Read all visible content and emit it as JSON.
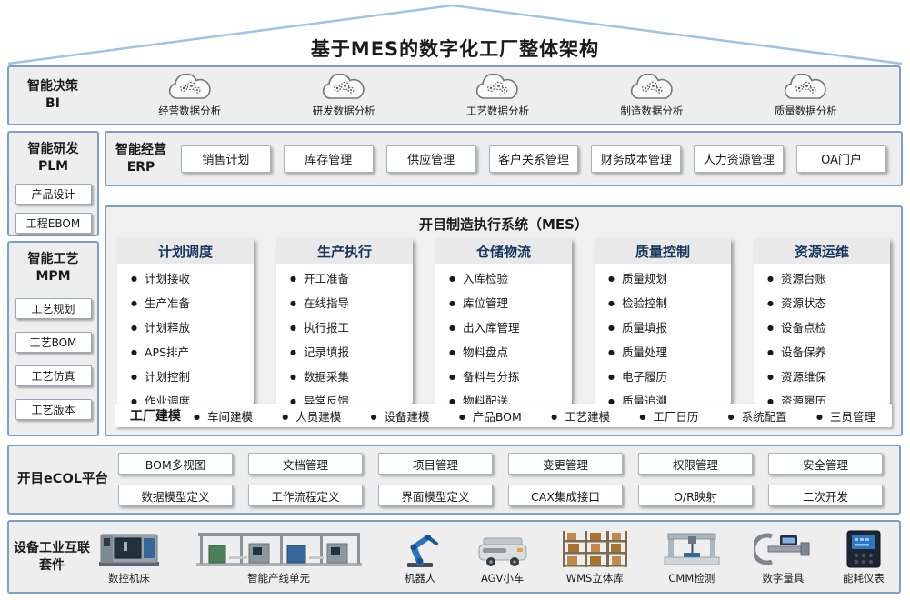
{
  "title": "基于MES的数字化工厂整体架构",
  "colors": {
    "section_border": "#7d9fc7",
    "section_bg": "#eeeeee",
    "mes_header_text": "#17365d",
    "card_bg": "#ffffff"
  },
  "bi": {
    "label1": "智能决策",
    "label2": "BI",
    "icon": "cloud-gear-icon",
    "items": [
      "经营数据分析",
      "研发数据分析",
      "工艺数据分析",
      "制造数据分析",
      "质量数据分析"
    ]
  },
  "plm": {
    "label1": "智能研发",
    "label2": "PLM",
    "items": [
      "产品设计",
      "工程EBOM"
    ]
  },
  "mpm": {
    "label1": "智能工艺",
    "label2": "MPM",
    "items": [
      "工艺规划",
      "工艺BOM",
      "工艺仿真",
      "工艺版本"
    ]
  },
  "erp": {
    "label1": "智能经营",
    "label2": "ERP",
    "items": [
      "销售计划",
      "库存管理",
      "供应管理",
      "客户关系管理",
      "财务成本管理",
      "人力资源管理",
      "OA门户"
    ]
  },
  "mes": {
    "title": "开目制造执行系统（MES）",
    "columns": [
      {
        "header": "计划调度",
        "items": [
          "计划接收",
          "生产准备",
          "计划释放",
          "APS排产",
          "计划控制",
          "作业调度"
        ]
      },
      {
        "header": "生产执行",
        "items": [
          "开工准备",
          "在线指导",
          "执行报工",
          "记录填报",
          "数据采集",
          "异常反馈"
        ]
      },
      {
        "header": "仓储物流",
        "items": [
          "入库检验",
          "库位管理",
          "出入库管理",
          "物料盘点",
          "备料与分拣",
          "物料配送"
        ]
      },
      {
        "header": "质量控制",
        "items": [
          "质量规划",
          "检验控制",
          "质量填报",
          "质量处理",
          "电子履历",
          "质量追溯"
        ]
      },
      {
        "header": "资源运维",
        "items": [
          "资源台账",
          "资源状态",
          "设备点检",
          "设备保养",
          "资源维保",
          "资源履历"
        ]
      }
    ],
    "modeling": {
      "label": "工厂建模",
      "items": [
        "车间建模",
        "人员建模",
        "设备建模",
        "产品BOM",
        "工艺建模",
        "工厂日历",
        "系统配置",
        "三员管理"
      ]
    }
  },
  "ecol": {
    "label": "开目eCOL平台",
    "row1": [
      "BOM多视图",
      "文档管理",
      "项目管理",
      "变更管理",
      "权限管理",
      "安全管理"
    ],
    "row2": [
      "数据模型定义",
      "工作流程定义",
      "界面模型定义",
      "CAX集成接口",
      "O/R映射",
      "二次开发"
    ]
  },
  "devices": {
    "label1": "设备工业互联",
    "label2": "套件",
    "items": [
      {
        "label": "数控机床",
        "icon": "cnc-machine-icon"
      },
      {
        "label": "智能产线单元",
        "icon": "production-line-icon"
      },
      {
        "label": "机器人",
        "icon": "robot-arm-icon"
      },
      {
        "label": "AGV小车",
        "icon": "agv-cart-icon"
      },
      {
        "label": "WMS立体库",
        "icon": "warehouse-rack-icon"
      },
      {
        "label": "CMM检测",
        "icon": "cmm-machine-icon"
      },
      {
        "label": "数字量具",
        "icon": "digital-gauge-icon"
      },
      {
        "label": "能耗仪表",
        "icon": "energy-meter-icon"
      }
    ]
  }
}
